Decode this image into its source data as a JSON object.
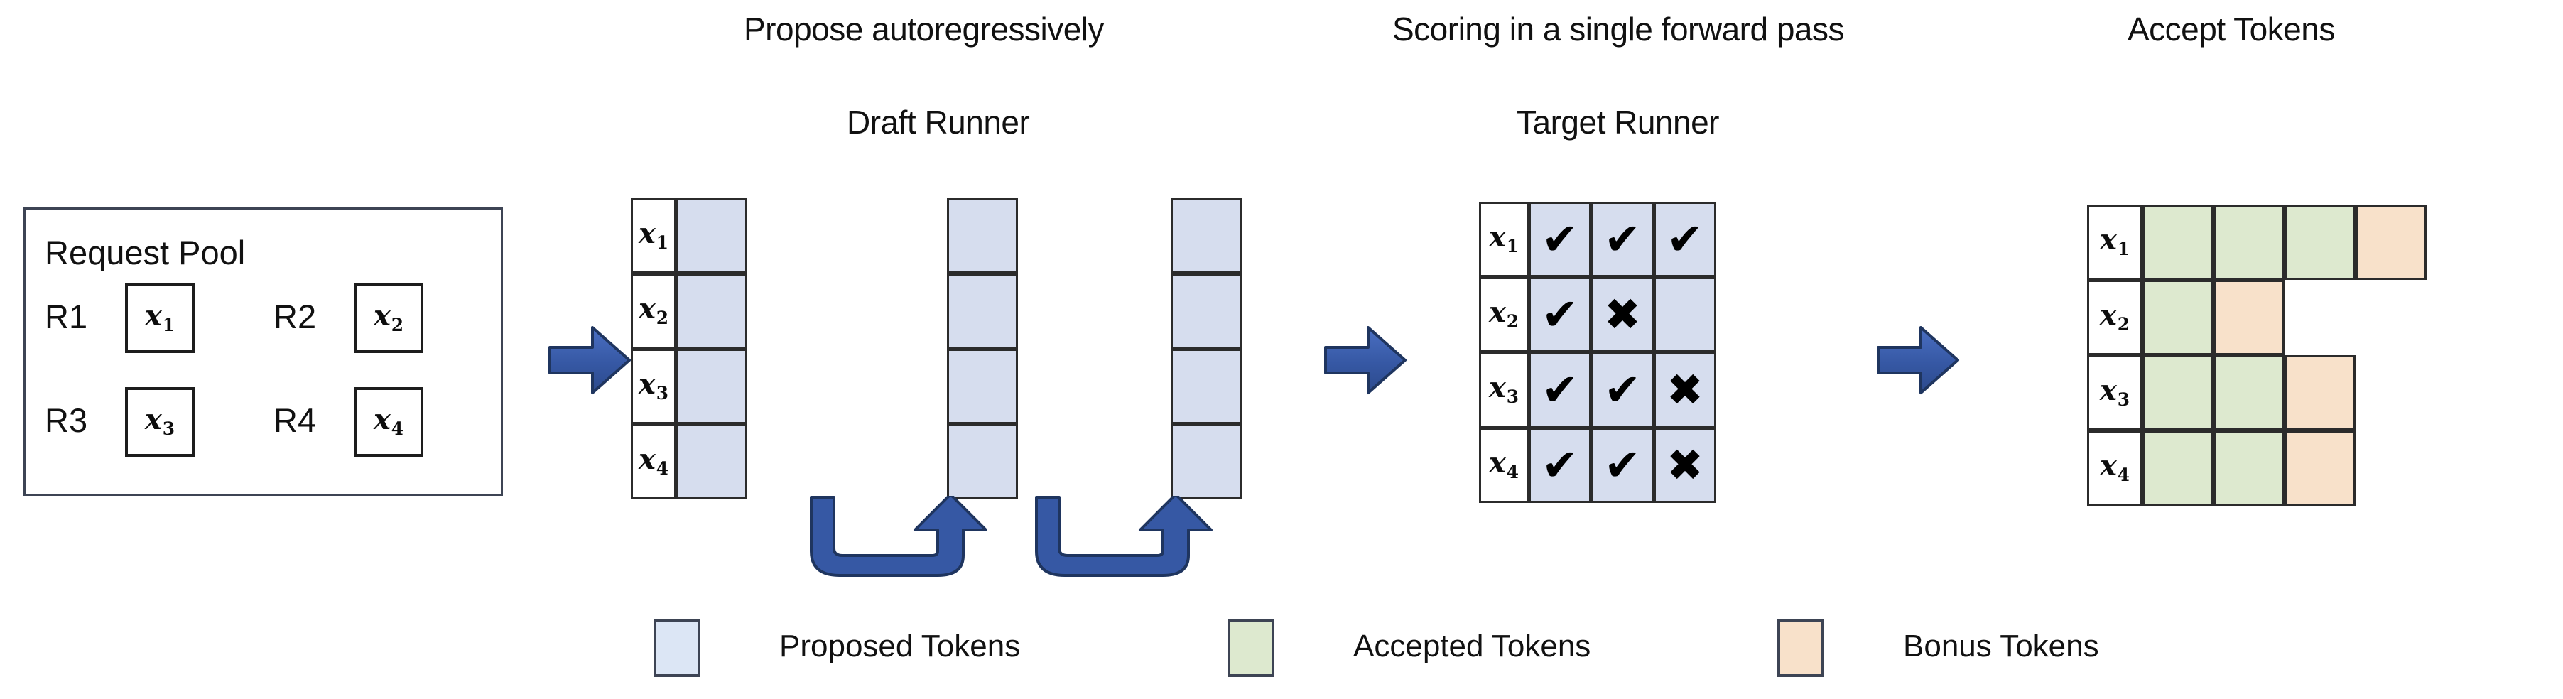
{
  "figure": {
    "headers": {
      "propose": "Propose autoregressively",
      "scoring": "Scoring in a single forward pass",
      "accept": "Accept Tokens"
    },
    "subheaders": {
      "draft_runner": "Draft Runner",
      "target_runner": "Target Runner"
    }
  },
  "request_pool": {
    "title": "Request Pool",
    "requests": [
      {
        "id": "R1",
        "token": "x",
        "index": "1"
      },
      {
        "id": "R2",
        "token": "x",
        "index": "2"
      },
      {
        "id": "R3",
        "token": "x",
        "index": "3"
      },
      {
        "id": "R4",
        "token": "x",
        "index": "4"
      }
    ]
  },
  "draft_runner": {
    "row_labels": [
      "x1",
      "x2",
      "x3",
      "x4"
    ],
    "row_tokens": [
      {
        "token": "x",
        "index": "1"
      },
      {
        "token": "x",
        "index": "2"
      },
      {
        "token": "x",
        "index": "3"
      },
      {
        "token": "x",
        "index": "4"
      }
    ],
    "steps": 3,
    "cell_type": "proposed",
    "loop_arrows": 2,
    "loop_arrow_color": "#3658a4"
  },
  "target_runner": {
    "row_tokens": [
      {
        "token": "x",
        "index": "1"
      },
      {
        "token": "x",
        "index": "2"
      },
      {
        "token": "x",
        "index": "3"
      },
      {
        "token": "x",
        "index": "4"
      }
    ],
    "columns": 3,
    "marks": [
      [
        "check",
        "check",
        "check"
      ],
      [
        "check",
        "cross",
        "blank"
      ],
      [
        "check",
        "check",
        "cross"
      ],
      [
        "check",
        "check",
        "cross"
      ]
    ],
    "glyphs": {
      "check": "✔",
      "cross": "✖",
      "blank": ""
    }
  },
  "accept_tokens": {
    "row_tokens": [
      {
        "token": "x",
        "index": "1"
      },
      {
        "token": "x",
        "index": "2"
      },
      {
        "token": "x",
        "index": "3"
      },
      {
        "token": "x",
        "index": "4"
      }
    ],
    "rows": [
      [
        "accepted",
        "accepted",
        "accepted",
        "bonus"
      ],
      [
        "accepted",
        "bonus"
      ],
      [
        "accepted",
        "accepted",
        "bonus"
      ],
      [
        "accepted",
        "accepted",
        "bonus"
      ]
    ]
  },
  "flow_arrows": {
    "count": 3,
    "color": "#3658a4"
  },
  "legend": {
    "items": [
      {
        "label": "Proposed Tokens",
        "color": "#dce6f5"
      },
      {
        "label": "Accepted Tokens",
        "color": "#dde9cf"
      },
      {
        "label": "Bonus Tokens",
        "color": "#f8e1ca"
      }
    ]
  },
  "colors": {
    "proposed": "#d6ddee",
    "accepted": "#dde9cf",
    "bonus": "#f8e1ca",
    "arrow_blue": "#3658a4",
    "outline": "#2b2b2b",
    "background": "#ffffff"
  }
}
